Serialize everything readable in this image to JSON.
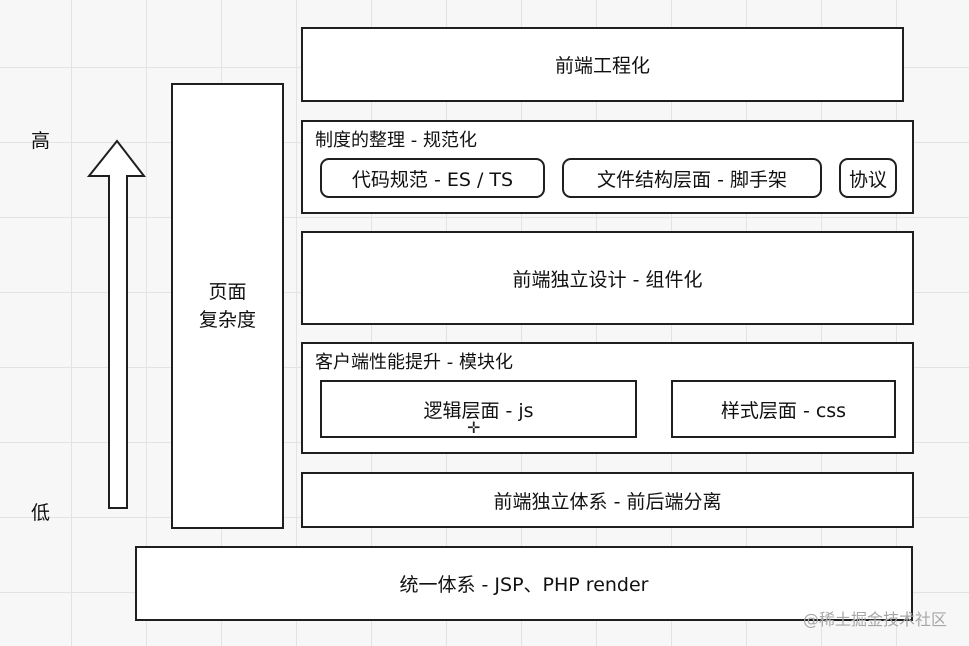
{
  "axis": {
    "high_label": "高",
    "low_label": "低"
  },
  "complexity_label": {
    "line1": "页面",
    "line2": "复杂度"
  },
  "layers": {
    "engineering": "前端工程化",
    "standards": {
      "title": "制度的整理 - 规范化",
      "items": [
        "代码规范 - ES / TS",
        "文件结构层面 - 脚手架",
        "协议"
      ]
    },
    "componentization": "前端独立设计 - 组件化",
    "modularization": {
      "title": "客户端性能提升 - 模块化",
      "items": [
        "逻辑层面 - js",
        "样式层面 - css"
      ]
    },
    "separation": "前端独立体系 - 前后端分离",
    "unified": "统一体系 - JSP、PHP render"
  },
  "watermark": "@稀土掘金技术社区",
  "icons": {
    "arrow": "up-arrow-icon",
    "cursor": "move-cursor-icon"
  }
}
